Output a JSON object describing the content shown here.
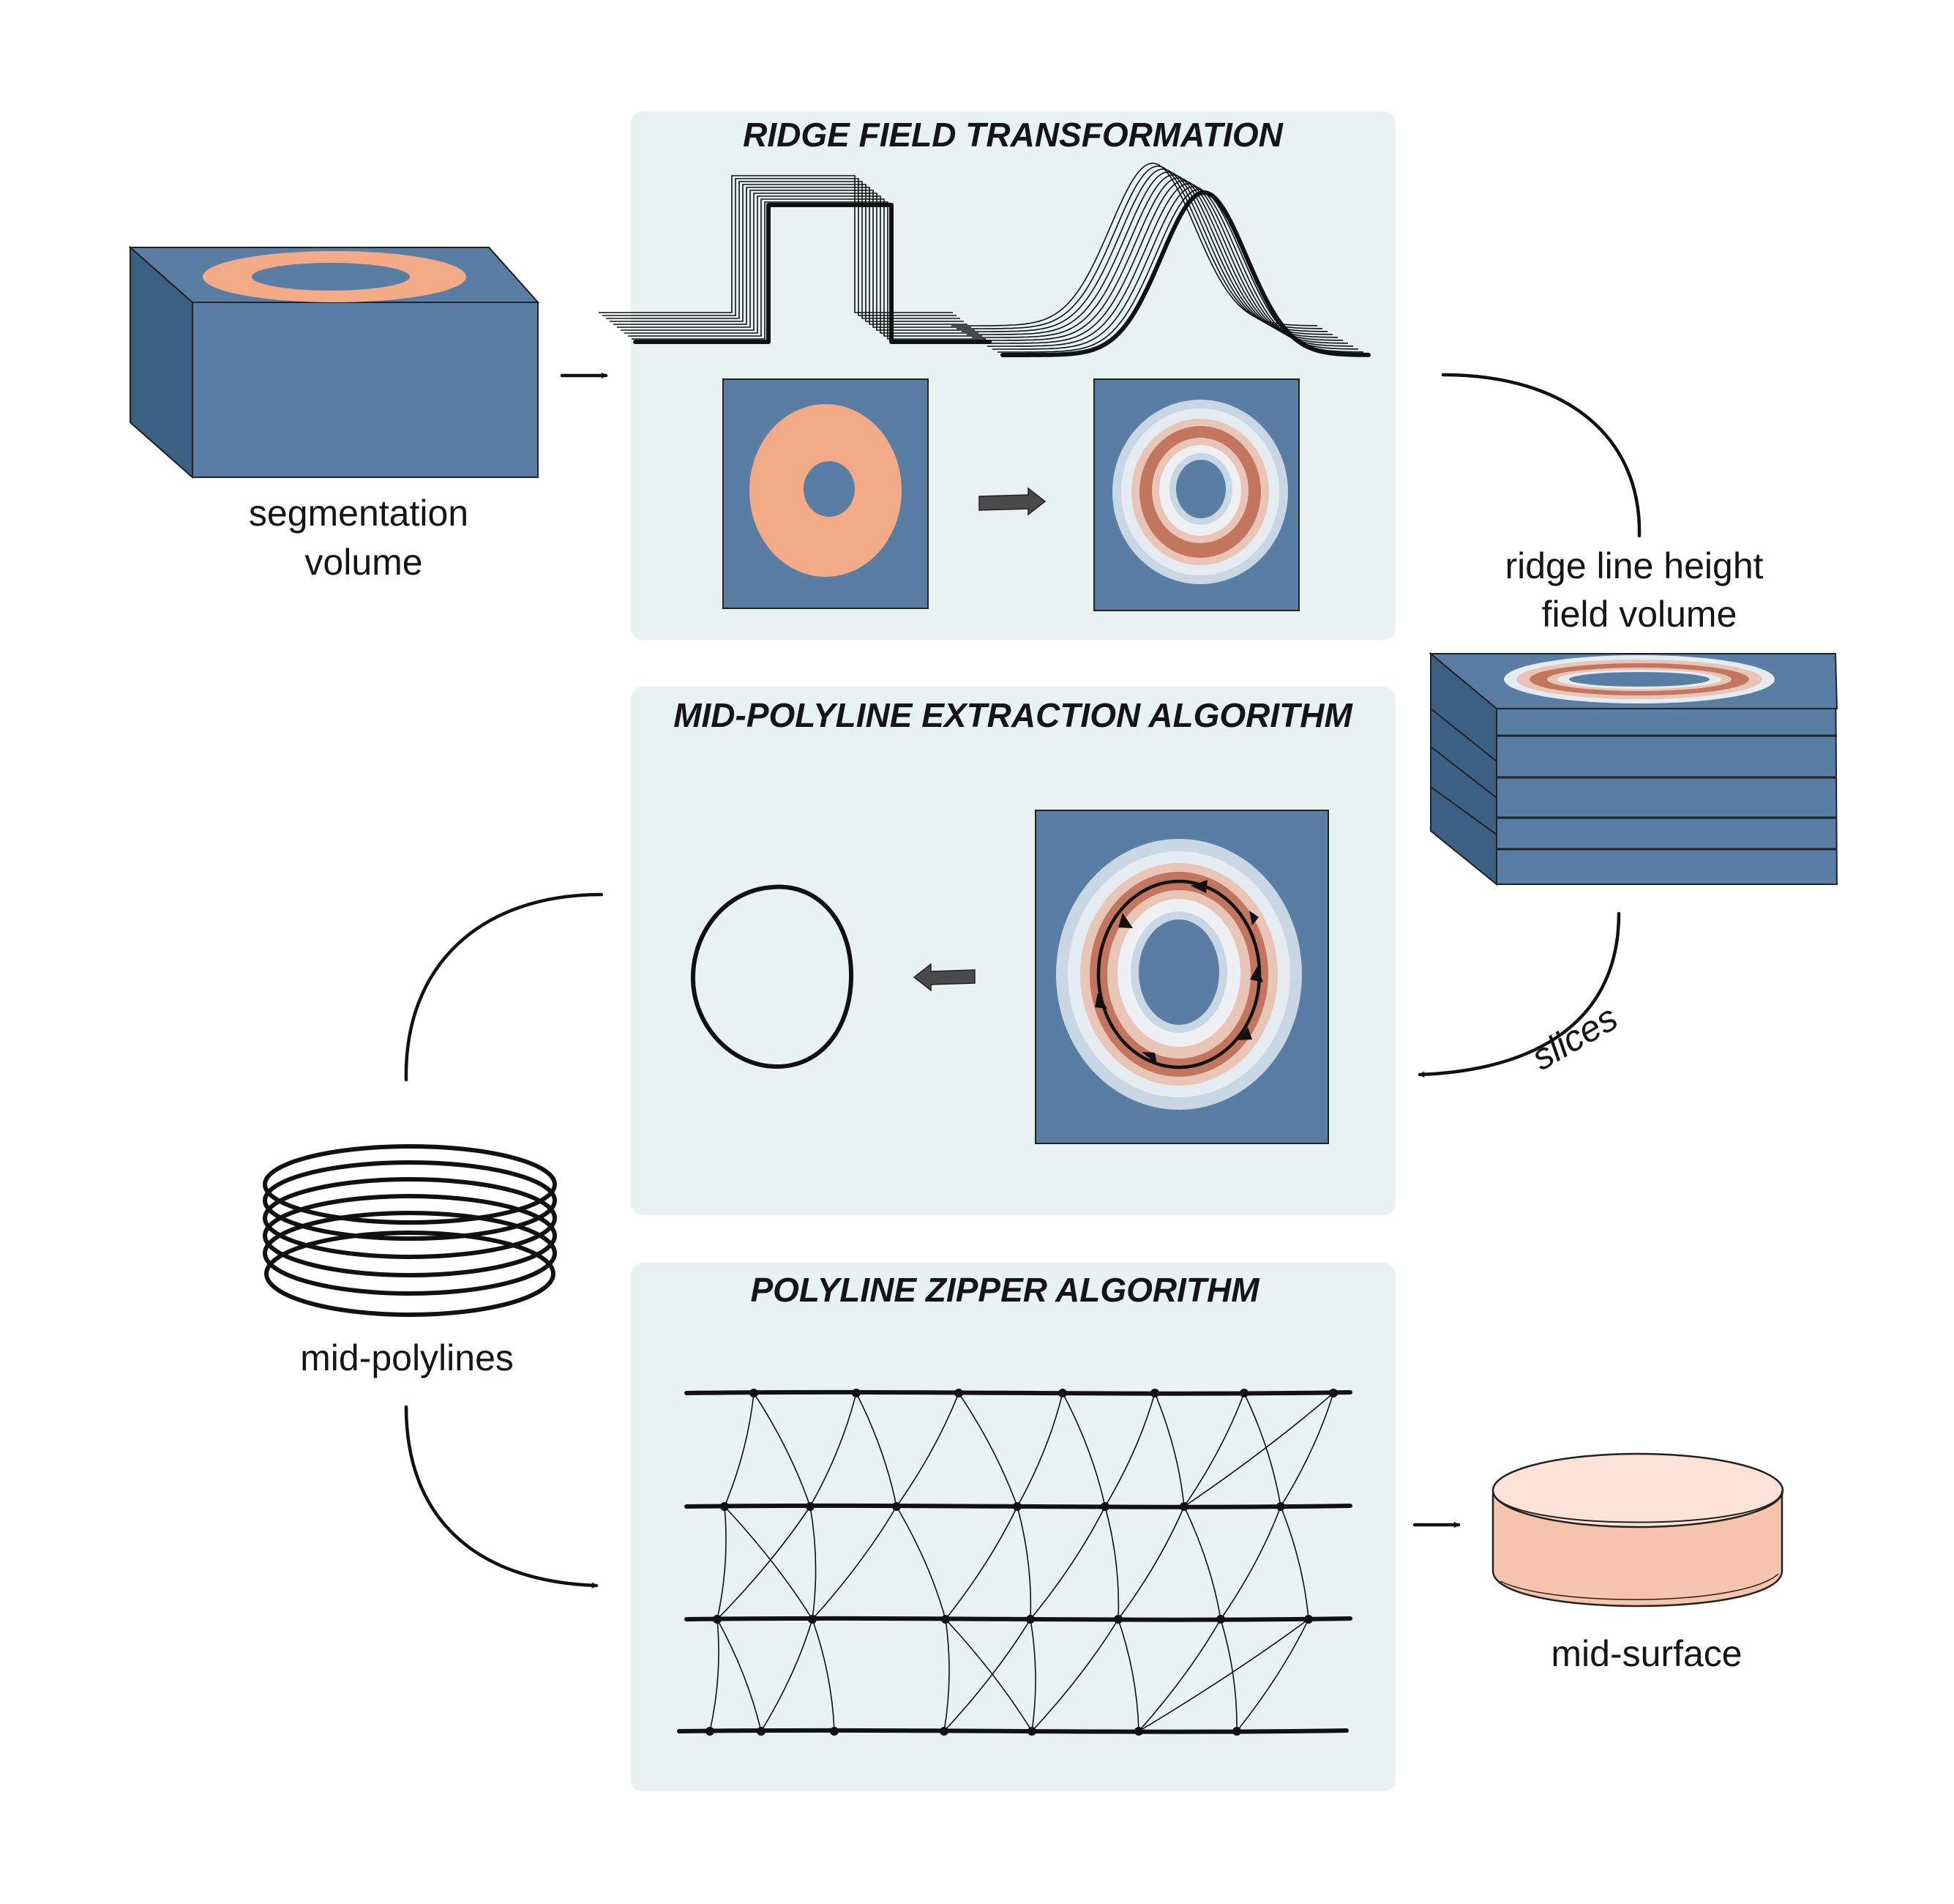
{
  "panels": {
    "ridge_field": {
      "title": "RIDGE FIELD TRANSFORMATION"
    },
    "mid_polyline": {
      "title": "MID-POLYLINE  EXTRACTION ALGORITHM"
    },
    "zipper": {
      "title": "POLYLINE ZIPPER ALGORITHM"
    }
  },
  "labels": {
    "segmentation_line1": "segmentation",
    "segmentation_line2": "volume",
    "ridge_line1": "ridge line height",
    "ridge_line2": "field volume",
    "slices": "slices",
    "mid_polylines": "mid-polylines",
    "mid_surface": "mid-surface"
  },
  "colors": {
    "panel_bg": "#e7f2f1",
    "volume_blue": "#5a7ea3",
    "volume_side": "#3c6084",
    "segment_orange": "#f2aa87",
    "ridge_dark": "#c27660",
    "ridge_light": "#e9c5b5",
    "halo": "#c9d7e4",
    "surface_fill": "#f6c4ac",
    "ink": "#111111"
  }
}
